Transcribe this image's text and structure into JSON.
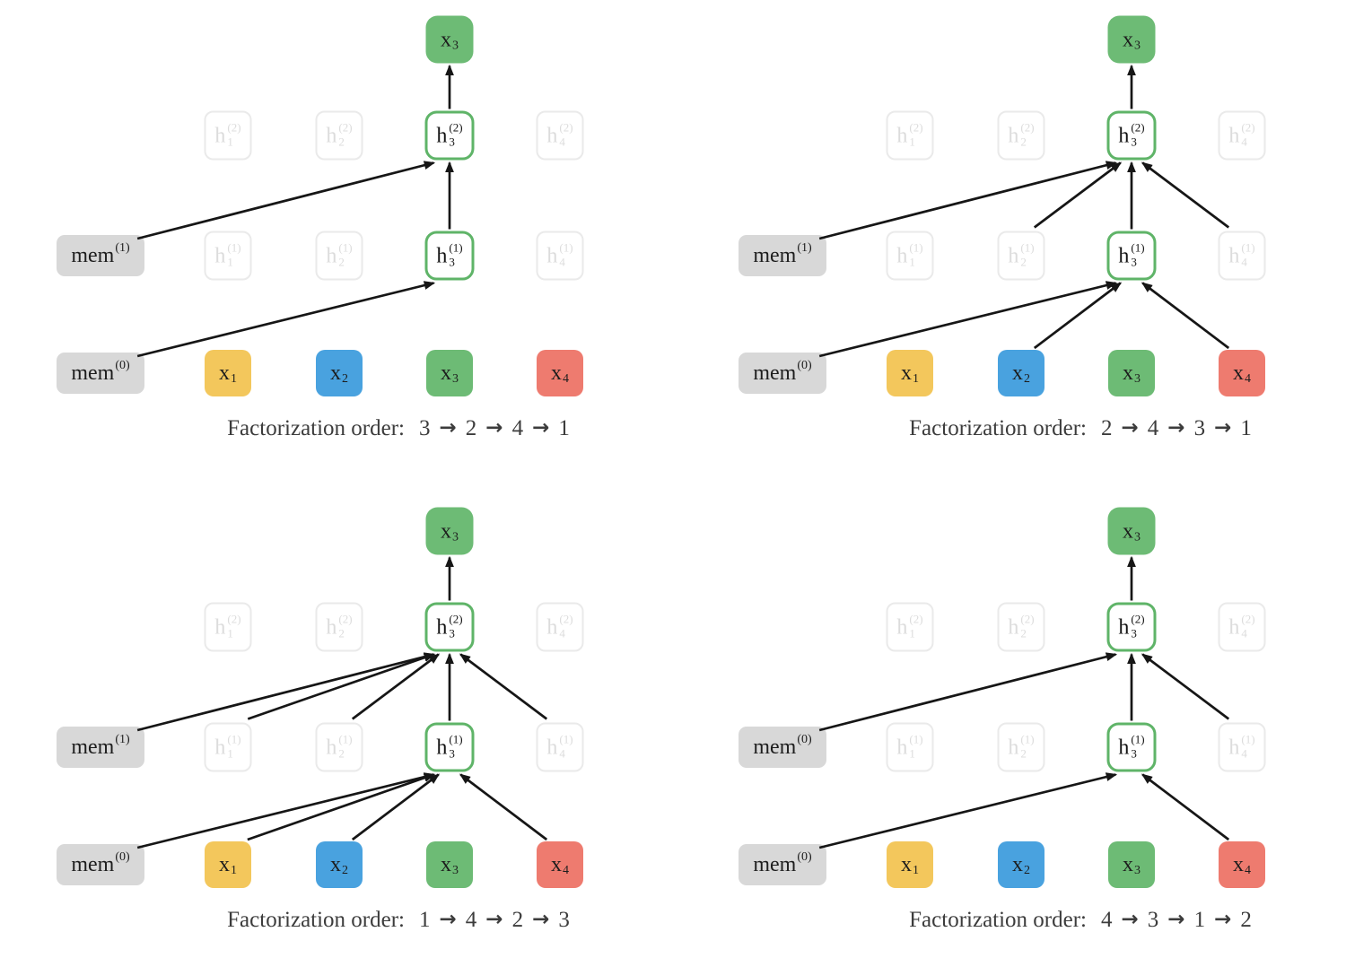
{
  "figure": {
    "caption_prefix": "Factorization order:",
    "caption_separator": "→",
    "positions": [
      "1",
      "2",
      "3",
      "4"
    ],
    "input_base": "x",
    "hidden_base": "h",
    "mem_base": "mem",
    "mem_input_sup": "(0)",
    "layer_sups": {
      "layer1": "(1)",
      "layer2": "(2)"
    },
    "colors": {
      "x1_fill": "#F3C75C",
      "x2_fill": "#49A2DF",
      "x3_fill": "#6DBB75",
      "x4_fill": "#EE7B6F",
      "mem_fill": "#D8D8D8",
      "active_border": "#5FB468",
      "active_text": "#141414",
      "faded_border": "#EAEAEA",
      "faded_text": "#DCDCDC",
      "box_text": "#1D1D1D",
      "arrow": "#161616",
      "caption_text": "#3C3C3C",
      "background": "#FFFFFF"
    },
    "panels": [
      {
        "order": [
          "3",
          "2",
          "4",
          "1"
        ],
        "mem_layer1_sup": "(1)",
        "arrows": [
          [
            "mem_in",
            "h3_l1"
          ],
          [
            "mem_l1",
            "h3_l2"
          ],
          [
            "h3_l1",
            "h3_l2"
          ],
          [
            "h3_l2",
            "x3_out"
          ]
        ]
      },
      {
        "order": [
          "2",
          "4",
          "3",
          "1"
        ],
        "mem_layer1_sup": "(1)",
        "arrows": [
          [
            "mem_in",
            "h3_l1"
          ],
          [
            "x2",
            "h3_l1"
          ],
          [
            "x4",
            "h3_l1"
          ],
          [
            "mem_l1",
            "h3_l2"
          ],
          [
            "h2_l1",
            "h3_l2"
          ],
          [
            "h3_l1",
            "h3_l2"
          ],
          [
            "h4_l1",
            "h3_l2"
          ],
          [
            "h3_l2",
            "x3_out"
          ]
        ]
      },
      {
        "order": [
          "1",
          "4",
          "2",
          "3"
        ],
        "mem_layer1_sup": "(1)",
        "arrows": [
          [
            "mem_in",
            "h3_l1"
          ],
          [
            "x1",
            "h3_l1"
          ],
          [
            "x2",
            "h3_l1"
          ],
          [
            "x4",
            "h3_l1"
          ],
          [
            "mem_l1",
            "h3_l2"
          ],
          [
            "h1_l1",
            "h3_l2"
          ],
          [
            "h2_l1",
            "h3_l2"
          ],
          [
            "h3_l1",
            "h3_l2"
          ],
          [
            "h4_l1",
            "h3_l2"
          ],
          [
            "h3_l2",
            "x3_out"
          ]
        ]
      },
      {
        "order": [
          "4",
          "3",
          "1",
          "2"
        ],
        "mem_layer1_sup": "(0)",
        "arrows": [
          [
            "mem_in",
            "h3_l1"
          ],
          [
            "x4",
            "h3_l1"
          ],
          [
            "mem_l1",
            "h3_l2"
          ],
          [
            "h3_l1",
            "h3_l2"
          ],
          [
            "h4_l1",
            "h3_l2"
          ],
          [
            "h3_l2",
            "x3_out"
          ]
        ]
      }
    ]
  }
}
